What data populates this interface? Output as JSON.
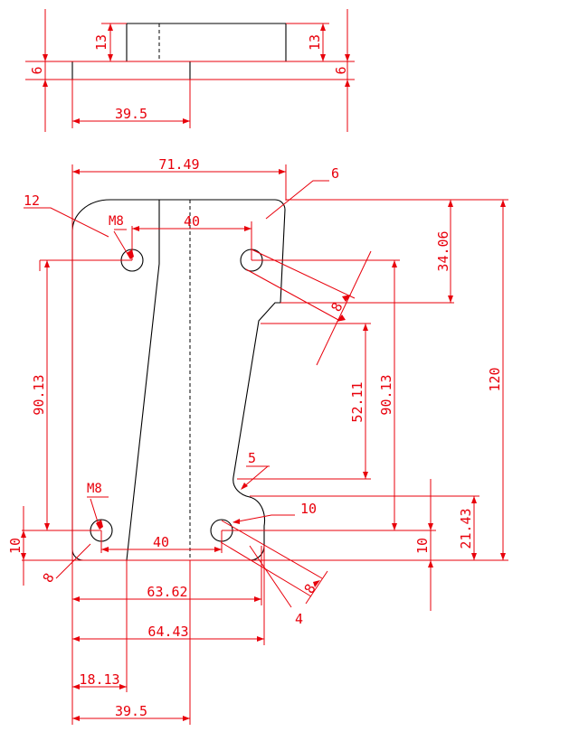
{
  "colors": {
    "part": "#000000",
    "dimension": "#e8000b",
    "background": "#ffffff"
  },
  "top_view": {
    "dims": {
      "left_13": "13",
      "right_13": "13",
      "left_6": "6",
      "right_6": "6",
      "width_39_5": "39.5"
    }
  },
  "front_view": {
    "dims": {
      "overall_width": "71.49",
      "radius_6": "6",
      "radius_12": "12",
      "thread_top": "M8",
      "hole_spacing_top": "40",
      "height_34_06": "34.06",
      "height_120": "120",
      "slot_8_upper": "8",
      "left_90_13": "90.13",
      "height_52_11": "52.11",
      "right_90_13": "90.13",
      "radius_5": "5",
      "thread_bottom": "M8",
      "radius_10": "10",
      "left_10": "10",
      "right_10": "10",
      "height_21_43": "21.43",
      "hole_spacing_bottom": "40",
      "radius_8": "8",
      "slot_8_lower": "8",
      "radius_4": "4",
      "width_63_62": "63.62",
      "width_64_43": "64.43",
      "width_18_13": "18.13",
      "width_39_5": "39.5"
    }
  }
}
